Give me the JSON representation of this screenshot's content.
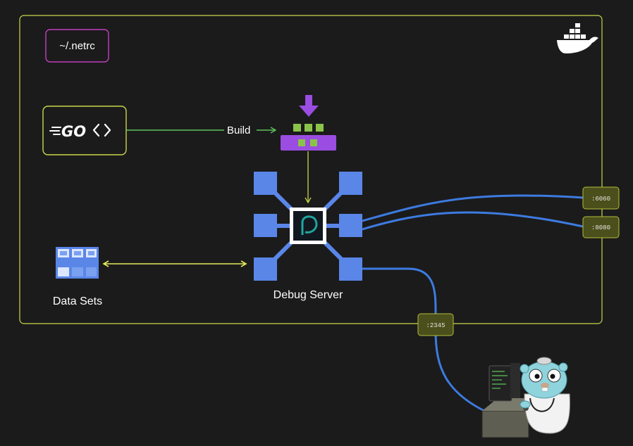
{
  "labels": {
    "netrc": "~/.netrc",
    "go_logo": "GO",
    "build": "Build",
    "debug_server": "Debug Server",
    "data_sets": "Data Sets"
  },
  "ports": {
    "p6060": ":6060",
    "p8080": ":8080",
    "p2345": ":2345"
  },
  "colors": {
    "background": "#1b1b1b",
    "container_border": "#c9d64a",
    "netrc_border": "#c040c0",
    "go_box_border": "#c9d64a",
    "build_arrow": "#5cc35c",
    "node_blue": "#5a86e8",
    "pipe_blue": "#3d7be0",
    "purple": "#9a4de0",
    "green_block": "#8bc34a",
    "yellow_arrow": "#e4ea5a",
    "port_fill": "#4a4f1c",
    "port_border": "#b5bd3a"
  },
  "icons": {
    "docker": "docker-whale-icon",
    "build_image": "build-artifact-icon",
    "server_hub": "debug-server-hub-icon",
    "data_sets": "data-grid-icon",
    "gopher": "gopher-doctor-icon",
    "go_code": "code-brackets-icon"
  }
}
